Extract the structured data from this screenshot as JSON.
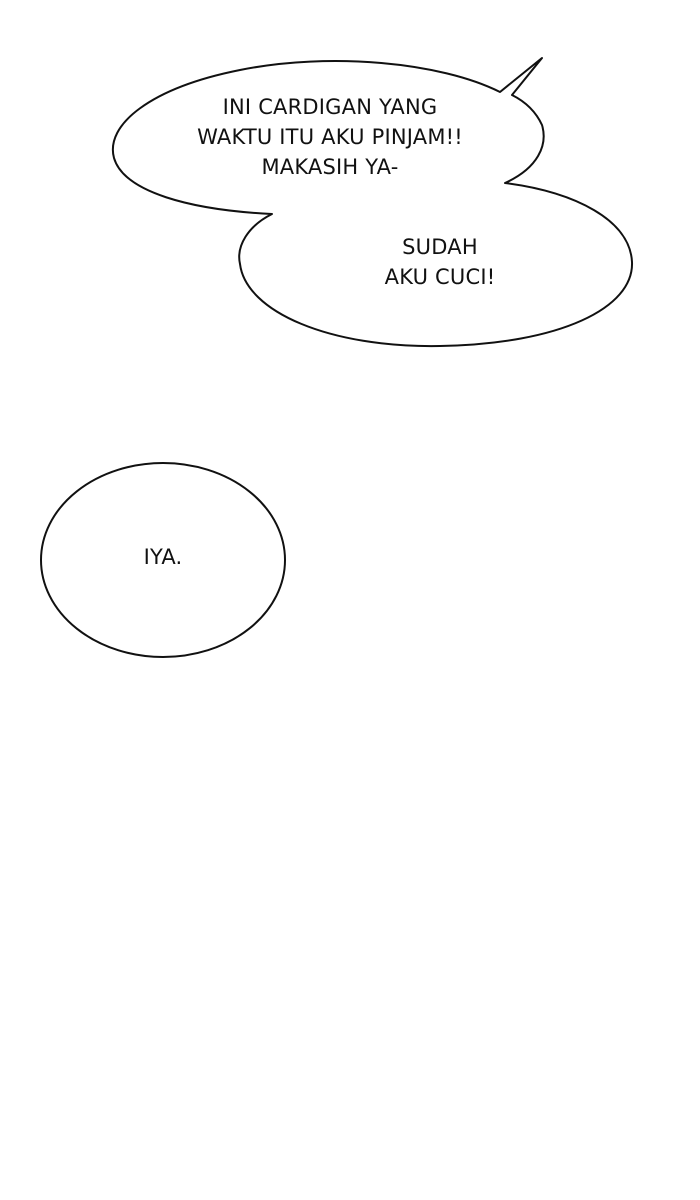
{
  "bubbles": [
    {
      "lines": [
        "INI CARDIGAN YANG",
        "WAKTU ITU AKU PINJAM!!",
        "MAKASIH YA-"
      ]
    },
    {
      "lines": [
        "SUDAH",
        "AKU CUCI!"
      ]
    },
    {
      "lines": [
        "IYA."
      ]
    }
  ],
  "colors": {
    "background": "#ffffff",
    "outline": "#111111",
    "text": "#111111"
  }
}
